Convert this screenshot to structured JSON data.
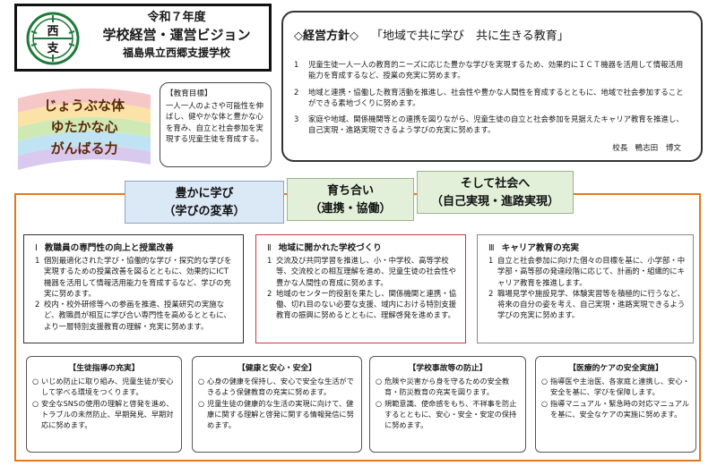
{
  "header": {
    "year": "令和７年度",
    "main_title": "学校経営・運営ビジョン",
    "school": "福島県立西郷支援学校",
    "logo_text_top": "西",
    "logo_text_bottom": "支"
  },
  "slogans": [
    "じょうぶな体",
    "ゆたかな心",
    "がんばる力"
  ],
  "goal": {
    "title": "【教育目標】",
    "text": "一人一人のよさや可能性を伸ばし、健やかな体と豊かな心を育み、自立と社会参加を実現する児童生徒を育成する。"
  },
  "policy": {
    "heading": "◇経営方針◇",
    "slogan": "「地域で共に学び　共に生きる教育」",
    "items": [
      {
        "num": "1",
        "text": "児童生徒一人一人の教育的ニーズに応じた豊かな学びを実現するため、効果的にＩＣＴ機器を活用して情報活用能力を育成するなど、授業の充実に努めます。"
      },
      {
        "num": "2",
        "text": "地域と連携・協働した教育活動を推進し、社会性や豊かな人間性を育成するとともに、地域で社会参加することができる素地づくりに努めます。"
      },
      {
        "num": "3",
        "text": "家庭や地域、関係機関等との連携を図りながら、児童生徒の自立と社会参加を見据えたキャリア教育を推進し、自己実現・進路実現できるよう学びの充実に努めます。"
      }
    ],
    "principal_title": "校長",
    "principal_name": "鴨志田　博文"
  },
  "pillars": [
    {
      "line1": "豊かに学び",
      "line2": "（学びの変革）"
    },
    {
      "line1": "育ち合い",
      "line2": "（連携・協働）"
    },
    {
      "line1": "そして社会へ",
      "line2": "（自己実現・進路実現）"
    }
  ],
  "strategies": [
    {
      "numeral": "Ⅰ",
      "title": "教職員の専門性の向上と授業改善",
      "items": [
        {
          "num": "1",
          "text": "個別最適化された学び・協働的な学び・探究的な学びを実現するための授業改善を図るとともに、効果的にICT機器を活用して情報活用能力を育成するなど、学びの充実に努めます。"
        },
        {
          "num": "2",
          "text": "校内・校外研修等への参画を推進、授業研究の実施など、教職員が相互に学び合い専門性を高めるとともに、より一層特別支援教育の理解・充実に努めます。"
        }
      ]
    },
    {
      "numeral": "Ⅱ",
      "title": "地域に開かれた学校づくり",
      "items": [
        {
          "num": "1",
          "text": "交流及び共同学習を推進し、小・中学校、高等学校等、交流校との相互理解を進め、児童生徒の社会性や豊かな人間性の育成に努めます。"
        },
        {
          "num": "2",
          "text": "地域のセンター的役割を果たし、関係機関と連携・協働、切れ目のない必要な支援、域内における特別支援教育の振興に努めるとともに、理解啓発を進めます。"
        }
      ]
    },
    {
      "numeral": "Ⅲ",
      "title": "キャリア教育の充実",
      "items": [
        {
          "num": "1",
          "text": "自立と社会参加に向けた個々の目標を基に、小学部・中学部・高等部の発達段階に応じて、計画的・組織的にキャリア教育を推進します。"
        },
        {
          "num": "2",
          "text": "職場見学や施設見学、体験実習等を積極的に行うなど、将来の自分の姿を考え、自己実現・進路実現できるよう学びの充実に努めます。"
        }
      ]
    }
  ],
  "bottom": [
    {
      "title": "【生徒指導の充実】",
      "items": [
        "いじめ防止に取り組み、児童生徒が安心して学べる環境をつくります。",
        "安全なSNSの使用の理解と啓発を進め、トラブルの未然防止、早期発見、早期対応に努めます。"
      ]
    },
    {
      "title": "【健康と安心・安全】",
      "items": [
        "心身の健康を保持し、安心で安全な生活ができるよう保健教育の充実に努めます。",
        "児童生徒の健康的な生活の実現に向けて、健康に関する理解と啓発に関する情報発信に努めます。"
      ]
    },
    {
      "title": "【学校事故等の防止】",
      "items": [
        "危険や災害から身を守るための安全教育・防災教育の充実を図ります。",
        "規範意識、使命感をもち、不祥事を防止するとともに、安心・安全・安定の保持に努めます。"
      ]
    },
    {
      "title": "【医療的ケアの安全実施】",
      "items": [
        "指導医や主治医、各家庭と連携し、安心・安全を基に、学びを保障します。",
        "指導マニュアル・緊急時の対応マニュアルを基に、安全なケアの実施に努めます。"
      ]
    }
  ],
  "colors": {
    "frame_orange": "#e07a1f",
    "pillar_blue": "#dbe8f6",
    "pillar_green": "#e2f0d9",
    "strategy_red": "#c93a3a",
    "logo_green": "#1f7a3a"
  }
}
